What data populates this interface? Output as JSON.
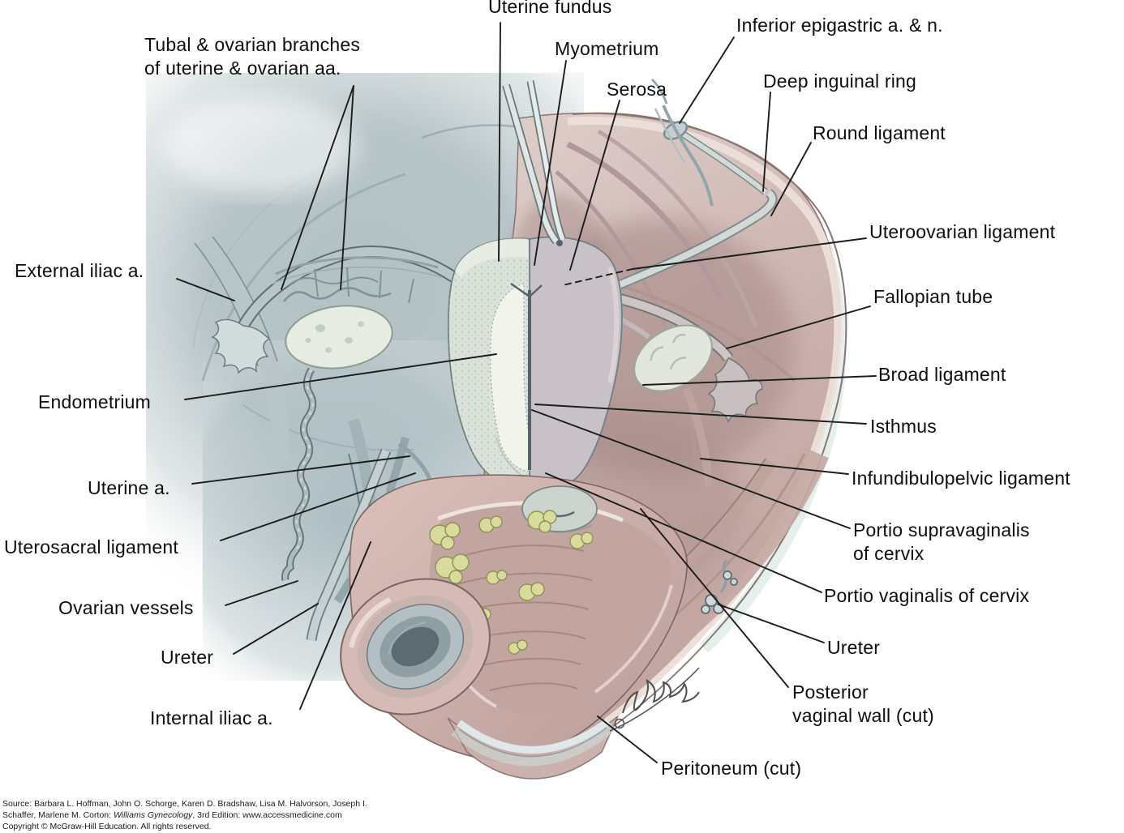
{
  "figure": {
    "labels": [
      {
        "id": "uterine-fundus",
        "text": "Uterine fundus"
      },
      {
        "id": "tubal-ovarian-branches",
        "text": "Tubal & ovarian branches\nof uterine & ovarian aa."
      },
      {
        "id": "myometrium",
        "text": "Myometrium"
      },
      {
        "id": "serosa",
        "text": "Serosa"
      },
      {
        "id": "inferior-epigastric",
        "text": "Inferior epigastric a. & n."
      },
      {
        "id": "deep-inguinal-ring",
        "text": "Deep inguinal ring"
      },
      {
        "id": "round-ligament",
        "text": "Round ligament"
      },
      {
        "id": "uteroovarian-ligament",
        "text": "Uteroovarian ligament"
      },
      {
        "id": "fallopian-tube",
        "text": "Fallopian tube"
      },
      {
        "id": "broad-ligament",
        "text": "Broad ligament"
      },
      {
        "id": "isthmus",
        "text": "Isthmus"
      },
      {
        "id": "infundibulopelvic-ligament",
        "text": "Infundibulopelvic ligament"
      },
      {
        "id": "portio-supravaginalis",
        "text": "Portio supravaginalis\nof cervix"
      },
      {
        "id": "portio-vaginalis",
        "text": "Portio vaginalis of cervix"
      },
      {
        "id": "ureter-right",
        "text": "Ureter"
      },
      {
        "id": "posterior-vaginal-wall",
        "text": "Posterior\nvaginal wall (cut)"
      },
      {
        "id": "peritoneum-cut",
        "text": "Peritoneum (cut)"
      },
      {
        "id": "external-iliac",
        "text": "External iliac a."
      },
      {
        "id": "endometrium",
        "text": "Endometrium"
      },
      {
        "id": "uterine-a",
        "text": "Uterine a."
      },
      {
        "id": "uterosacral-ligament",
        "text": "Uterosacral ligament"
      },
      {
        "id": "ovarian-vessels",
        "text": "Ovarian vessels"
      },
      {
        "id": "ureter-left",
        "text": "Ureter"
      },
      {
        "id": "internal-iliac",
        "text": "Internal iliac a."
      }
    ],
    "colors": {
      "label_text": "#0e0e0e",
      "leader_line": "#1c1c1c",
      "tissue_gray": "#b5c2c6",
      "tissue_pink": "#c9aeab",
      "cut_surface": "#dbe2da",
      "fat_yellow": "#d8db9b"
    }
  },
  "credits": {
    "line1": "Source: Barbara L. Hoffman, John O. Schorge, Karen D. Bradshaw, Lisa M. Halvorson, Joseph I.",
    "line2_prefix": "Schaffer, Marlene M. Corton: ",
    "line2_title": "Williams Gynecology",
    "line2_suffix": ", 3rd Edition: www.accessmedicine.com",
    "line3": "Copyright © McGraw-Hill Education. All rights reserved."
  }
}
